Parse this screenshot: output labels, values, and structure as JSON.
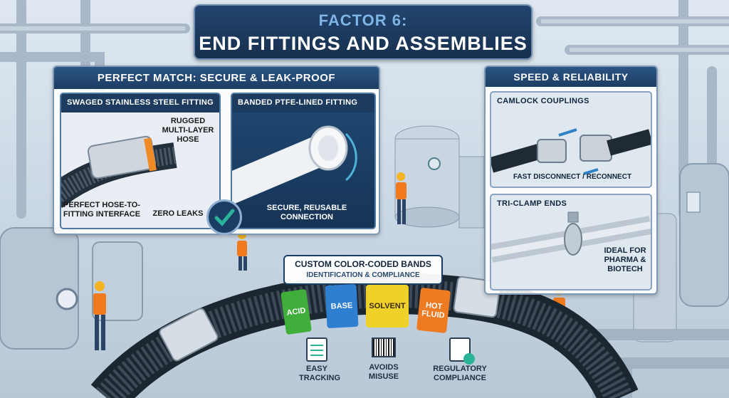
{
  "title": {
    "line1": "FACTOR 6:",
    "line2": "END FITTINGS AND ASSEMBLIES"
  },
  "left_panel": {
    "header": "PERFECT MATCH: SECURE & LEAK-PROOF",
    "card1": {
      "header": "SWAGED STAINLESS STEEL FITTING",
      "label_hose": "RUGGED MULTI-LAYER HOSE",
      "label_interface": "PERFECT HOSE-TO-FITTING INTERFACE",
      "label_leaks": "ZERO LEAKS"
    },
    "card2": {
      "header": "BANDED PTFE-LINED FITTING",
      "label_connection": "SECURE, REUSABLE CONNECTION"
    }
  },
  "right_panel": {
    "header": "SPEED & RELIABILITY",
    "card1": {
      "header": "CAMLOCK COUPLINGS",
      "caption": "FAST DISCONNECT / RECONNECT"
    },
    "card2": {
      "header": "TRI-CLAMP ENDS",
      "caption": "IDEAL FOR PHARMA & BIOTECH"
    }
  },
  "bands": {
    "title": "CUSTOM COLOR-CODED BANDS",
    "subtitle": "IDENTIFICATION & COMPLIANCE",
    "items": [
      {
        "label": "ACID",
        "color": "#3fae3a"
      },
      {
        "label": "BASE",
        "color": "#2f7fd1"
      },
      {
        "label": "SOLVENT",
        "color": "#f0d12a"
      },
      {
        "label": "HOT FLUID",
        "color": "#ee7a22"
      }
    ]
  },
  "benefits": [
    {
      "label": "EASY TRACKING",
      "icon": "clipboard-check-icon"
    },
    {
      "label": "AVOIDS MISUSE",
      "icon": "barcode-icon"
    },
    {
      "label": "REGULATORY COMPLIANCE",
      "icon": "document-check-icon"
    }
  ],
  "colors": {
    "navy": "#1c3d63",
    "accent_blue": "#7fb4e6",
    "check_teal": "#2bb39a"
  }
}
